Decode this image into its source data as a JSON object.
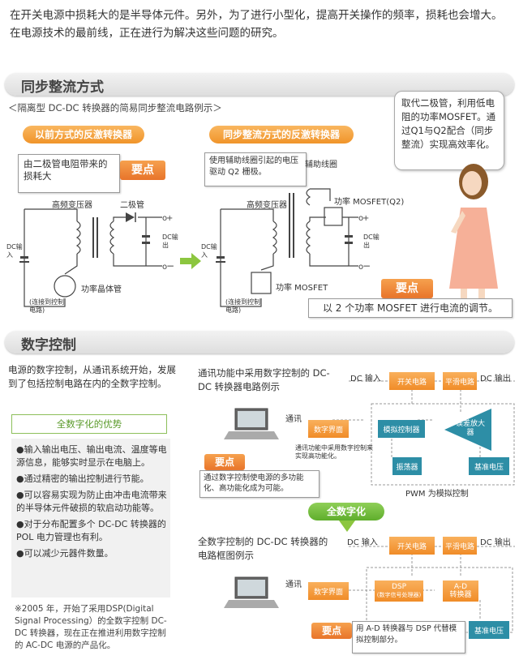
{
  "intro": "在开关电源中损耗大的是半导体元件。另外，为了进行小型化，提高开关操作的频率，损耗也会增大。在电源技术的最前线，正在进行为解决这些问题的研究。",
  "section1": {
    "title": "同步整流方式",
    "caption": "＜隔离型 DC-DC 转换器的简易同步整流电路例示＞",
    "left_pill": "以前方式的反激转换器",
    "right_pill": "同步整流方式的反激转换器",
    "left_note": "由二极管电阻带来的损耗大",
    "badge": "要点",
    "right_note": "使用辅助线圈引起的电压驱动 Q2 栅极。",
    "aux_coil": "辅助线圈",
    "hf_transformer": "高频变压器",
    "diode": "二极管",
    "dc_in": "DC输入",
    "dc_out": "DC输出",
    "power_transistor": "功率晶体管",
    "to_ctrl": "(连接到控制电路)",
    "power_mosfet": "功率 MOSFET",
    "power_mosfet_q2": "功率 MOSFET(Q2)",
    "speech": "取代二极管，利用低电阻的功率MOSFET。通过Q1与Q2配合（同步整流）实现高效率化。",
    "bottom_badge": "要点",
    "bottom_note": "以 2 个功率 MOSFET 进行电流的调节。"
  },
  "section2": {
    "title": "数字控制",
    "desc": "电源的数字控制，从通讯系统开始，发展到了包括控制电路在内的全数字控制。",
    "adv_title": "全数字化的优势",
    "advantages": [
      "●输入输出电压、输出电流、温度等电源信息，能够实时显示在电脑上。",
      "●通过精密的输出控制进行节能。",
      "●可以容易实现为防止由冲击电流带来的半导体元件破损的软启动功能等。",
      "●对于分布配置多个 DC-DC 转换器的 POL 电力管理也有利。",
      "●可以减少元器件数量。"
    ],
    "footnote": "※2005 年，开始了采用DSP(Digital Signal Processing）的全数字控制 DC-DC 转换器，现在正在推进利用数字控制的 AC-DC 电源的产品化。",
    "diag1_title": "通讯功能中采用数字控制的 DC-DC 转换器电路例示",
    "diag2_title": "全数字控制的 DC-DC 转换器的电路框图例示",
    "dc_in": "DC 输入",
    "dc_out": "DC 输出",
    "switch_circuit": "开关电路",
    "smooth_circuit": "平滑电路",
    "comm": "通讯",
    "digital_if": "数字界面",
    "analog_ctrl": "模拟控制器",
    "error_amp": "误差放大器",
    "oscillator": "振荡器",
    "ref_voltage": "基准电压",
    "comm_note": "通讯功能中采用数字控制来实现高功能化。",
    "pwm_note": "PWM 为模拟控制",
    "badge": "要点",
    "point1": "通过数字控制使电源的多功能化、高功能化成为可能。",
    "full_digital": "全数字化",
    "dsp": "DSP",
    "dsp_sub": "(数字信号处理器)",
    "ad": "A-D",
    "ad_sub": "转换器",
    "point2": "用 A-D 转换器与 DSP 代替模拟控制部分。"
  }
}
